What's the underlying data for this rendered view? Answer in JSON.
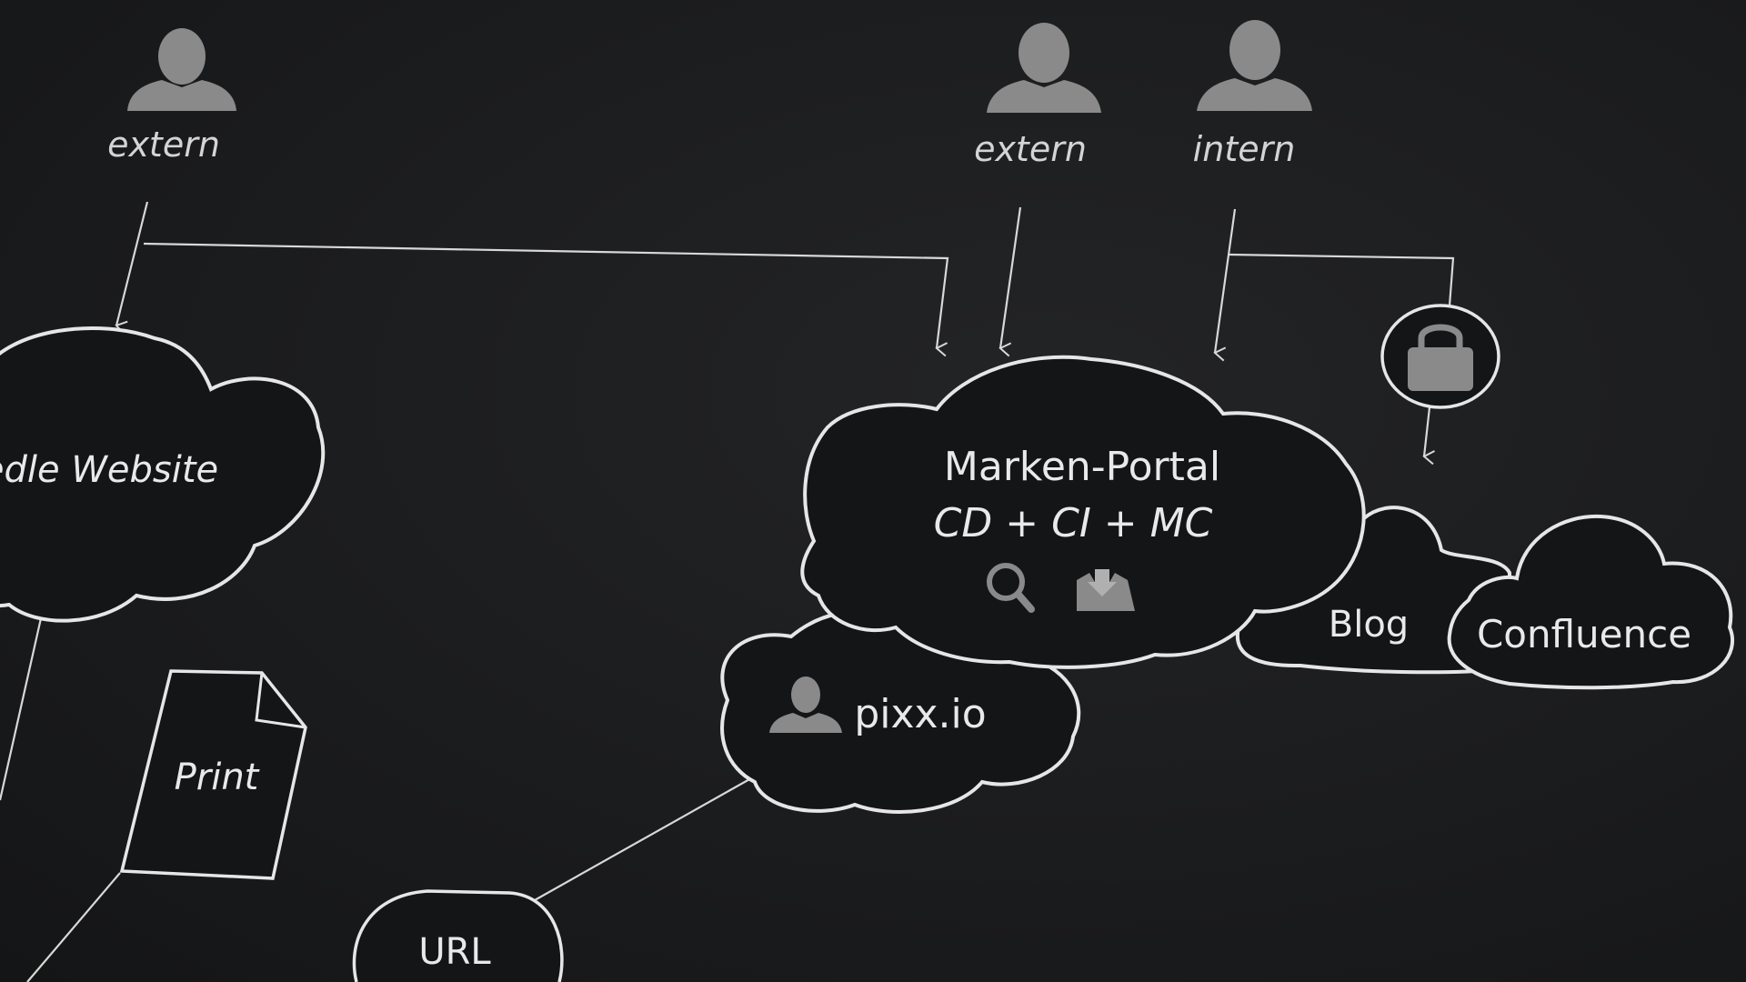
{
  "users": [
    {
      "label": "extern",
      "role": "extern"
    },
    {
      "label": "extern",
      "role": "extern"
    },
    {
      "label": "intern",
      "role": "intern"
    }
  ],
  "nodes": {
    "website": {
      "label": "edle Website"
    },
    "portal": {
      "title": "Marken-Portal",
      "subtitle": "CD + CI + MC"
    },
    "pixxio": {
      "label": "pixx.io"
    },
    "blog": {
      "label": "Blog"
    },
    "confluence": {
      "label": "Confluence"
    },
    "print": {
      "label": "Print"
    },
    "url": {
      "label": "URL"
    }
  },
  "icons": {
    "person": "user-icon",
    "lock": "lock-icon",
    "search": "search-icon",
    "download": "download-icon"
  },
  "colors": {
    "background": "#1a1b1d",
    "line": "#d8d8d8",
    "icon": "#8a8a8a",
    "text": "#e9e9e9"
  }
}
